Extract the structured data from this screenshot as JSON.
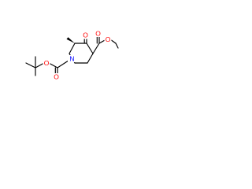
{
  "structure": {
    "atom_labels": {
      "oxygen_ester_carbonyl": "O",
      "oxygen_ester_ether": "O",
      "oxygen_ketone": "O",
      "oxygen_boc_ether": "O",
      "oxygen_boc_carbonyl": "O",
      "nitrogen_ring": "N"
    },
    "colors": {
      "oxygen": "#ff0000",
      "nitrogen": "#0000ff",
      "bond": "#000000"
    }
  }
}
